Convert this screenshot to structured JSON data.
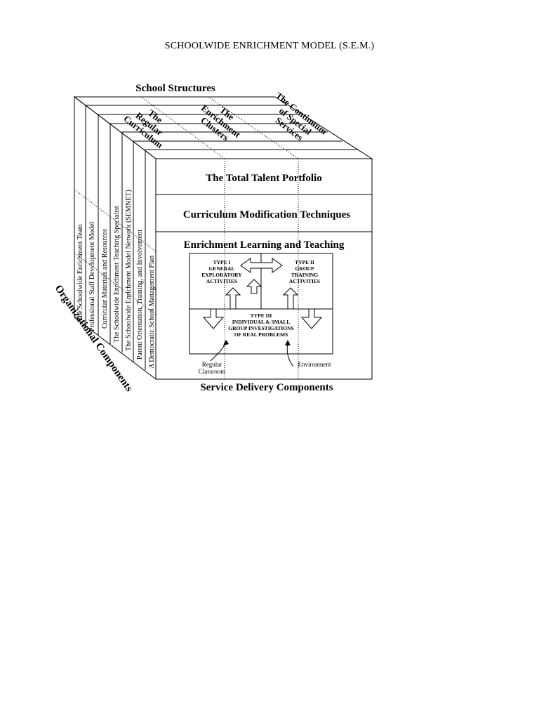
{
  "page": {
    "title": "SCHOOLWIDE ENRICHMENT MODEL (S.E.M.)"
  },
  "cube": {
    "top_axis_label": "School Structures",
    "top_structures": [
      [
        "The",
        "Regular",
        "Curriculum"
      ],
      [
        "The",
        "Enrichment",
        "Clusters"
      ],
      [
        "The Continuum",
        "of Special",
        "Services"
      ]
    ],
    "front_rows": [
      "The Total Talent Portfolio",
      "Curriculum Modification Techniques",
      "Enrichment Learning and Teaching"
    ],
    "left_axis_label": "Organizational Components",
    "organizational_components": [
      "The Schoolwide Enrichment Team",
      "Professional Staff Development Model",
      "Curricular Materials and Resources",
      "The Schoolwide Enrichment Teaching Specialist",
      "The Schoolwide Enrichment Model Network (SEMNET)",
      "Parent Orientation, Training, and Involvement",
      "A Democratic School Management Plan"
    ],
    "bottom_axis_label": "Service Delivery Components"
  },
  "enrichment_triad": {
    "type1": [
      "TYPE I",
      "GENERAL",
      "EXPLORATORY",
      "ACTIVITIES"
    ],
    "type2": [
      "TYPE II",
      "GROUP",
      "TRAINING",
      "ACTIVITIES"
    ],
    "type3": [
      "TYPE III",
      "INDIVIDUAL & SMALL",
      "GROUP INVESTIGATIONS",
      "OF REAL PROBLEMS"
    ],
    "regular_classroom": [
      "Regular",
      "Classroom"
    ],
    "environment": "Environment"
  },
  "colors": {
    "line": "#000000",
    "background": "#ffffff"
  }
}
